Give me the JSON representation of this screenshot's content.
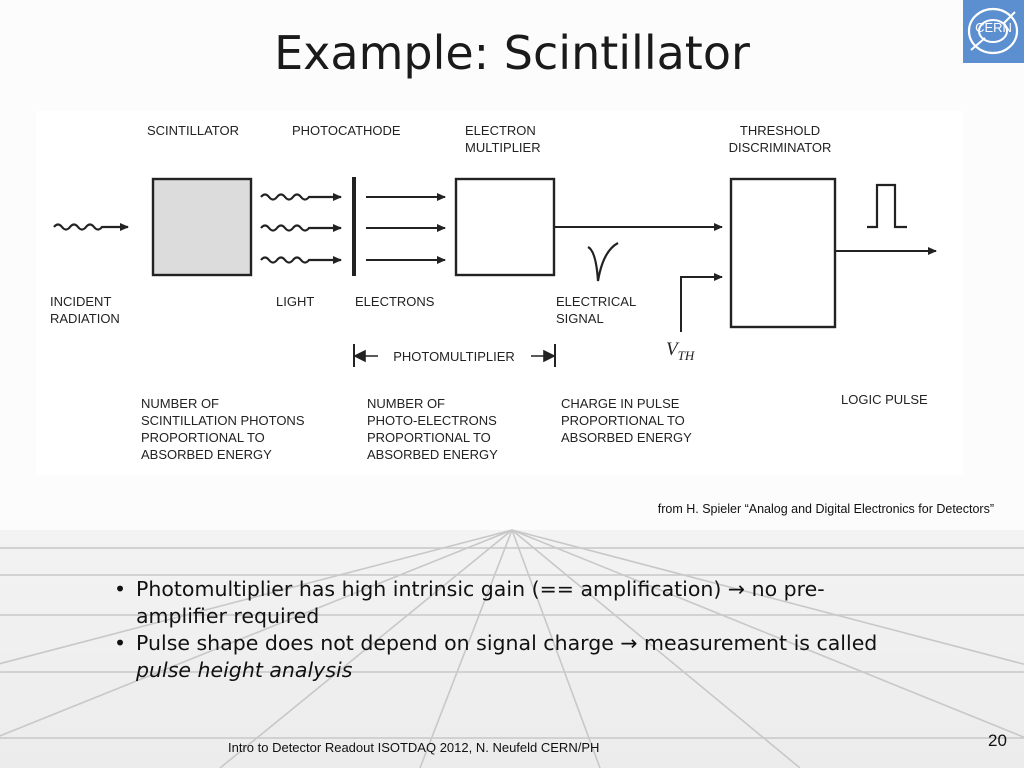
{
  "slide": {
    "title": "Example: Scintillator",
    "logo_text": "CERN",
    "source_note": "from H. Spieler  “Analog and Digital Electronics for Detectors”",
    "footer": "Intro to Detector Readout ISOTDAQ  2012, N. Neufeld CERN/PH",
    "page_number": "20"
  },
  "diagram": {
    "top_labels": {
      "scintillator": "SCINTILLATOR",
      "photocathode": "PHOTOCATHODE",
      "electron_multiplier": [
        "ELECTRON",
        "MULTIPLIER"
      ],
      "threshold_discriminator": [
        "THRESHOLD",
        "DISCRIMINATOR"
      ]
    },
    "mid_labels": {
      "incident_radiation": [
        "INCIDENT",
        "RADIATION"
      ],
      "light": "LIGHT",
      "electrons": "ELECTRONS",
      "electrical_signal": [
        "ELECTRICAL",
        "SIGNAL"
      ],
      "photomultiplier": "PHOTOMULTIPLIER",
      "vth": "V",
      "vth_sub": "TH"
    },
    "bottom_labels": {
      "scintillation": [
        "NUMBER OF",
        "SCINTILLATION PHOTONS",
        "PROPORTIONAL TO",
        "ABSORBED ENERGY"
      ],
      "photoelectrons": [
        "NUMBER OF",
        "PHOTO-ELECTRONS",
        "PROPORTIONAL TO",
        "ABSORBED ENERGY"
      ],
      "charge": [
        "CHARGE IN PULSE",
        "PROPORTIONAL TO",
        "ABSORBED  ENERGY"
      ],
      "logic_pulse": "LOGIC PULSE"
    }
  },
  "bullets": [
    {
      "text_before": "Photomultiplier has high intrinsic gain (== amplification) → no pre-amplifier required",
      "emphasis": ""
    },
    {
      "text_before": "Pulse shape does not depend on signal charge → measurement is called ",
      "emphasis": "pulse height analysis"
    }
  ],
  "bullet_glyph": "•",
  "colors": {
    "logo_bg": "#5b8fd0",
    "scintillator_fill": "#dcdcdc",
    "grid_lines": "#c8c8c8"
  }
}
